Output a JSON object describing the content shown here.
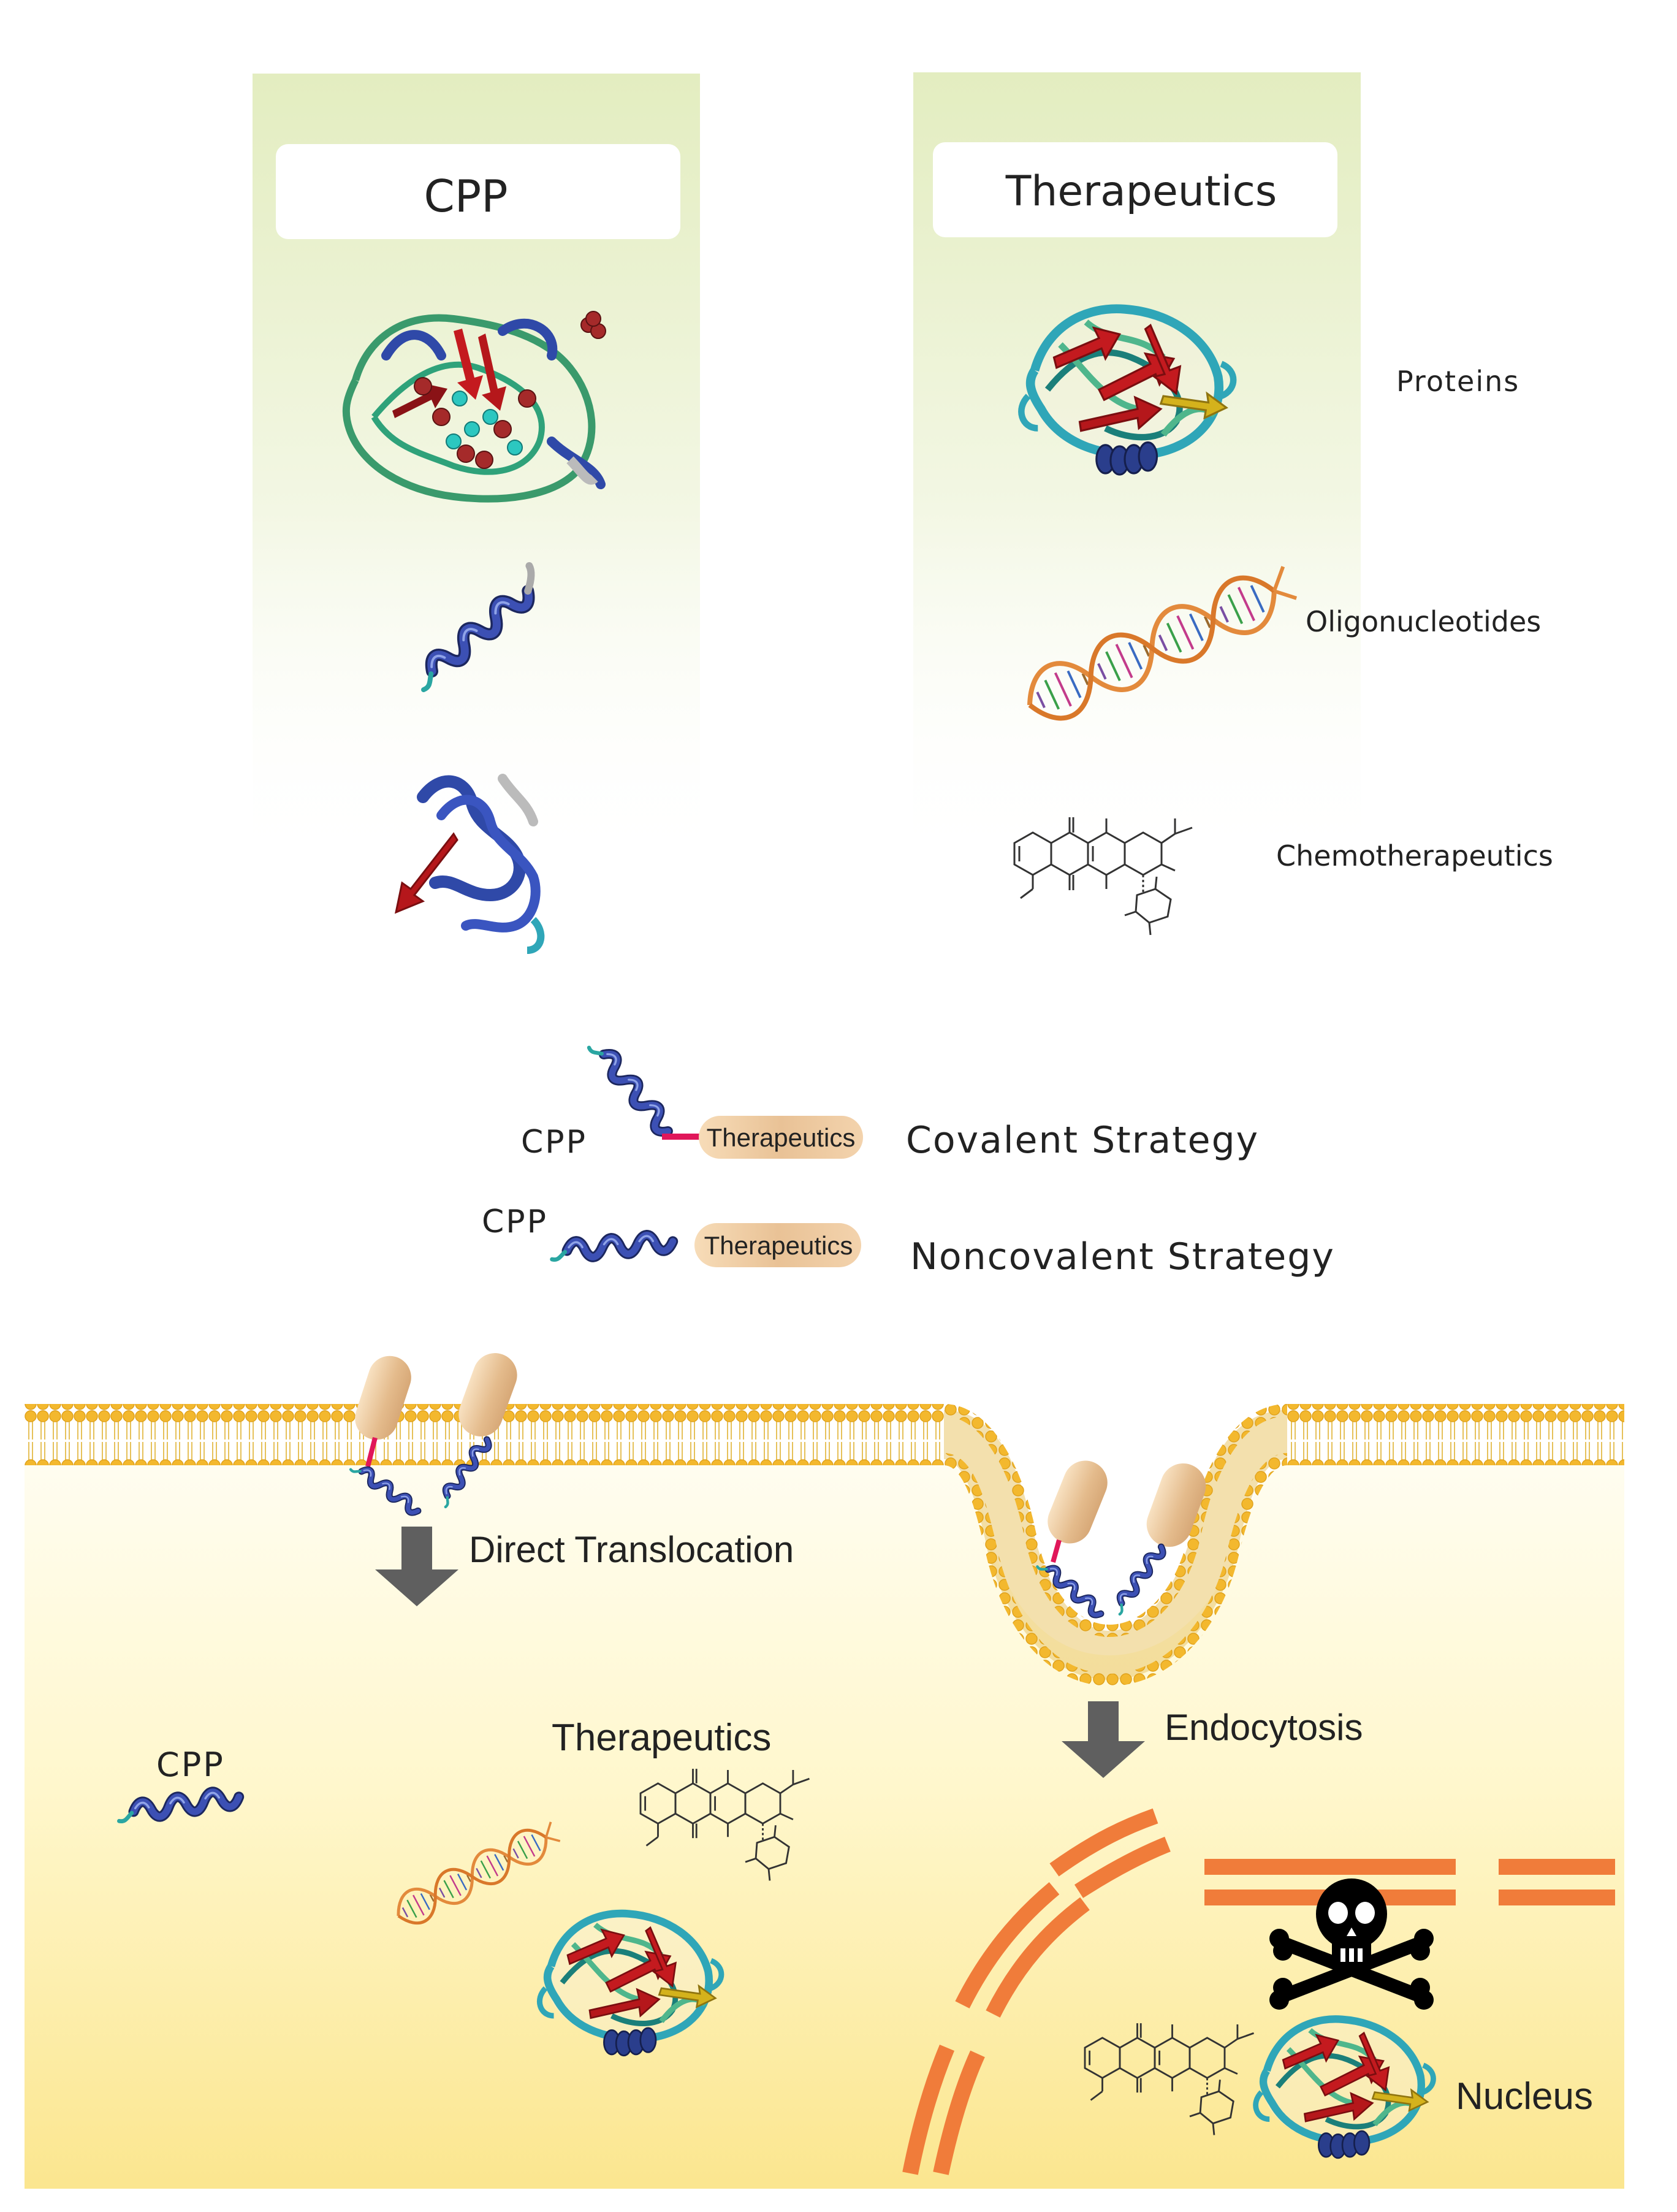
{
  "panels": {
    "cpp_title": "CPP",
    "therapeutics_title": "Therapeutics"
  },
  "therapeutic_types": {
    "proteins": "Proteins",
    "oligonucleotides": "Oligonucleotides",
    "chemotherapeutics": "Chemotherapeutics"
  },
  "strategies": {
    "covalent": {
      "cpp_label": "CPP",
      "cargo_label": "Therapeutics",
      "name": "Covalent Strategy"
    },
    "noncovalent": {
      "cpp_label": "CPP",
      "cargo_label": "Therapeutics",
      "name": "Noncovalent Strategy"
    }
  },
  "mechanisms": {
    "direct": "Direct Translocation",
    "endocytosis": "Endocytosis"
  },
  "cytoplasm": {
    "cpp_label": "CPP",
    "therapeutics_label": "Therapeutics",
    "nucleus_label": "Nucleus"
  },
  "colors": {
    "panel_green": "#e5efc4",
    "membrane_head": "#f2b733",
    "cytoplasm_yellow": "#fbe996",
    "nucleus_orange": "#f07c3a",
    "helix_blue": "#2f3f95",
    "sheet_red": "#b8161c",
    "cargo_tan": "#efc79b",
    "arrow_gray": "#5f5f5f",
    "linker_pink": "#e0175a"
  },
  "icons": {
    "toxicity": "skull-crossbones-icon",
    "transport": "down-arrow-icon"
  }
}
